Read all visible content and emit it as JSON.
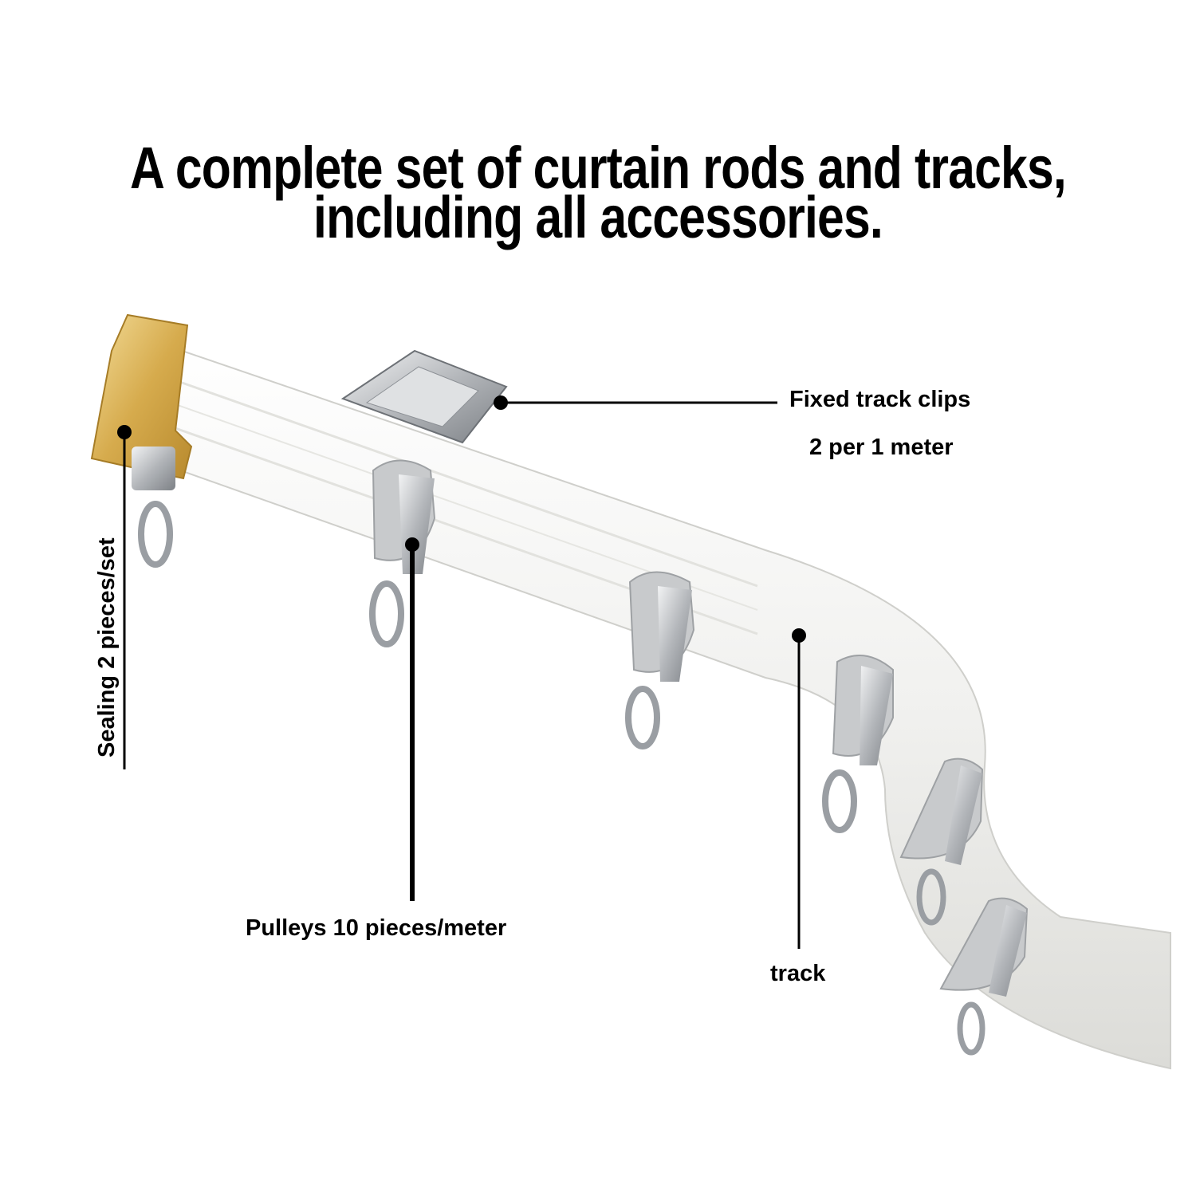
{
  "headline": {
    "line1": "A complete set of curtain rods and tracks,",
    "line2": "including all accessories."
  },
  "callouts": {
    "clips_title": "Fixed track clips",
    "clips_qty": "2 per 1 meter",
    "sealing": "Sealing 2 pieces/set",
    "pulleys": "Pulleys 10 pieces/meter",
    "track": "track"
  },
  "colors": {
    "track": "#f4f4f2",
    "track_shadow": "#d9d9d6",
    "end_cap": "#d8b25a",
    "metal": "#b9bcc0",
    "pulley_grey": "#c9cbcd",
    "line": "#000000"
  }
}
